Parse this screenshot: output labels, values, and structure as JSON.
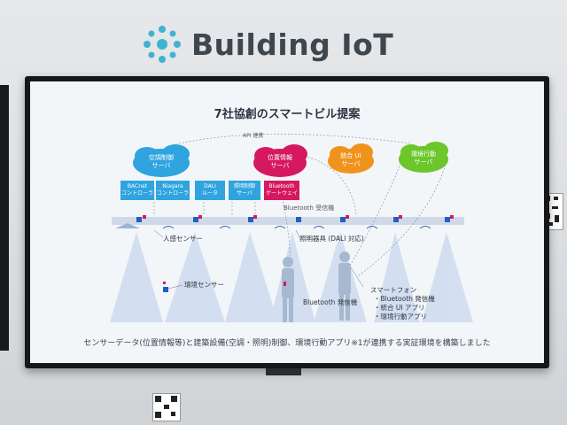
{
  "booth": {
    "logo_text": "Building IoT"
  },
  "slide": {
    "title": "7社協創のスマートビル提案",
    "api_label": "API 連携",
    "clouds": [
      {
        "id": "hvac",
        "label": "空調制御\nサーバ",
        "color": "#2fa4df"
      },
      {
        "id": "location",
        "label": "位置情報\nサーバ",
        "color": "#d6195f"
      },
      {
        "id": "unified",
        "label": "統合 UI\nサーバ",
        "color": "#f0931d"
      },
      {
        "id": "behavior",
        "label": "環境行動\nサーバ",
        "color": "#6cc62c"
      }
    ],
    "boxes": [
      {
        "id": "bacnet",
        "label": "BACnet\nコントローラ",
        "color": "#2fa4df"
      },
      {
        "id": "niagara",
        "label": "Niagara\nコントローラ",
        "color": "#2fa4df"
      },
      {
        "id": "dali",
        "label": "DALI\nルータ",
        "color": "#2fa4df"
      },
      {
        "id": "lighting",
        "label": "照明制御\nサーバ",
        "color": "#2fa4df"
      },
      {
        "id": "gateway",
        "label": "Bluetooth\nゲートウェイ",
        "color": "#d6195f"
      }
    ],
    "labels": {
      "bt_receiver": "Bluetooth 受信機",
      "human_sensor": "人感センサー",
      "lighting_fixture": "照明器具 (DALI 対応)",
      "env_sensor": "環境センサー",
      "bt_transmitter": "Bluetooth 発信機",
      "smartphone": "スマートフォン",
      "phone_items": [
        "・Bluetooth 発信機",
        "・統合 UI アプリ",
        "・環境行動アプリ"
      ]
    },
    "caption": "センサーデータ(位置情報等)と建築設備(空調・照明)制御、環境行動アプリ※1が連携する実証環境を構築しました"
  }
}
